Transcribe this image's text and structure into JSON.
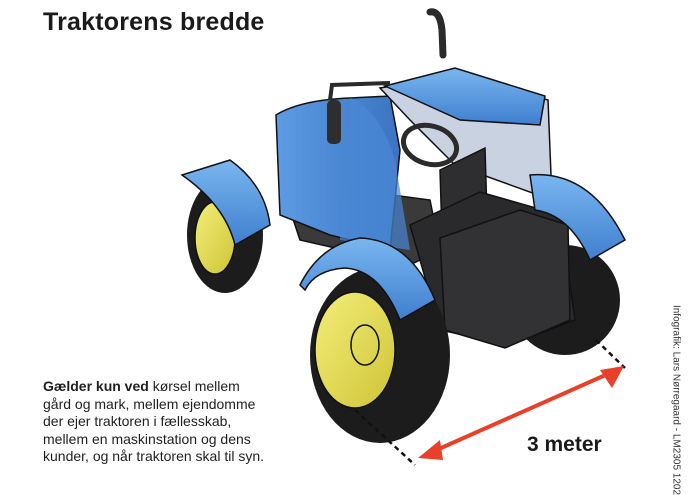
{
  "title": "Traktorens bredde",
  "caption": {
    "bold_lead": "Gælder kun ved",
    "lines": [
      " kørsel mellem",
      "gård og mark, mellem ejendomme",
      "der ejer traktoren i fællesskab,",
      "mellem en maskinstation og dens",
      "kunder, og når traktoren skal til syn."
    ]
  },
  "measurement": {
    "label": "3 meter",
    "arrow_color": "#e8402a"
  },
  "credit": "Infografik: Lars Nørregaard - LM2305 1202",
  "colors": {
    "body_blue": "#5b9be0",
    "body_blue_light": "#7ab6f0",
    "cab_glass": "#c9d2e0",
    "seat_dark": "#2e2e30",
    "tire": "#1c1c1c",
    "rim": "#e7e05a"
  }
}
